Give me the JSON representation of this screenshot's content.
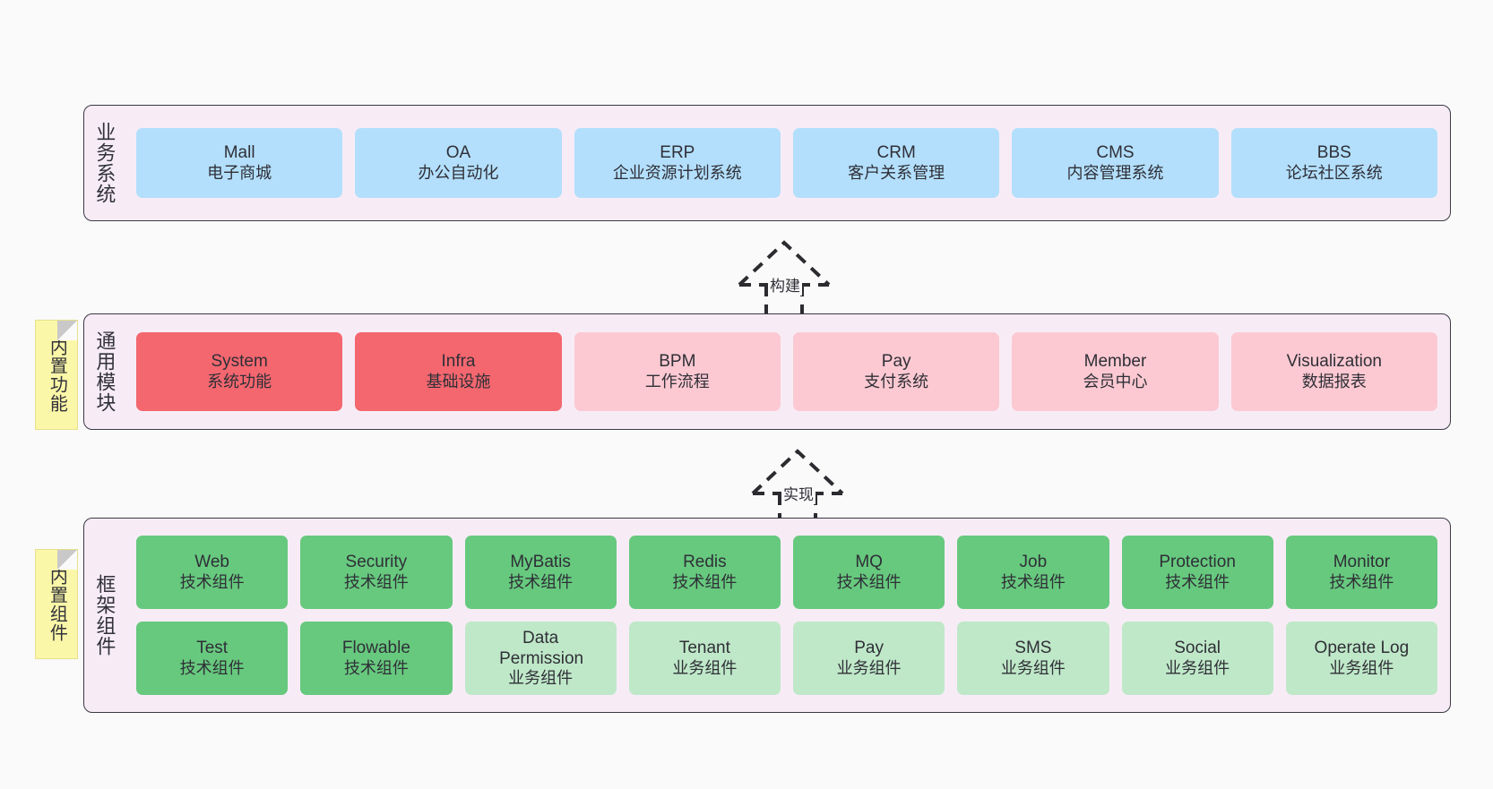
{
  "diagram": {
    "background": "#fafafa",
    "layers": [
      {
        "id": "business",
        "title": "业务系统",
        "sticky": null,
        "rows": [
          {
            "style": "blue",
            "cards": [
              {
                "name": "Mall",
                "desc": "电子商城"
              },
              {
                "name": "OA",
                "desc": "办公自动化"
              },
              {
                "name": "ERP",
                "desc": "企业资源计划系统"
              },
              {
                "name": "CRM",
                "desc": "客户关系管理"
              },
              {
                "name": "CMS",
                "desc": "内容管理系统"
              },
              {
                "name": "BBS",
                "desc": "论坛社区系统"
              }
            ]
          }
        ]
      },
      {
        "id": "common-modules",
        "title": "通用模块",
        "sticky": "内置功能",
        "rows": [
          {
            "style": "mixed",
            "cards": [
              {
                "name": "System",
                "desc": "系统功能",
                "style": "red"
              },
              {
                "name": "Infra",
                "desc": "基础设施",
                "style": "red"
              },
              {
                "name": "BPM",
                "desc": "工作流程",
                "style": "pink"
              },
              {
                "name": "Pay",
                "desc": "支付系统",
                "style": "pink"
              },
              {
                "name": "Member",
                "desc": "会员中心",
                "style": "pink"
              },
              {
                "name": "Visualization",
                "desc": "数据报表",
                "style": "pink"
              }
            ]
          }
        ]
      },
      {
        "id": "framework-components",
        "title": "框架组件",
        "sticky": "内置组件",
        "rows": [
          {
            "style": "green",
            "cards": [
              {
                "name": "Web",
                "desc": "技术组件"
              },
              {
                "name": "Security",
                "desc": "技术组件"
              },
              {
                "name": "MyBatis",
                "desc": "技术组件"
              },
              {
                "name": "Redis",
                "desc": "技术组件"
              },
              {
                "name": "MQ",
                "desc": "技术组件"
              },
              {
                "name": "Job",
                "desc": "技术组件"
              },
              {
                "name": "Protection",
                "desc": "技术组件"
              },
              {
                "name": "Monitor",
                "desc": "技术组件"
              }
            ]
          },
          {
            "style": "mixed2",
            "cards": [
              {
                "name": "Test",
                "desc": "技术组件",
                "style": "green"
              },
              {
                "name": "Flowable",
                "desc": "技术组件",
                "style": "green"
              },
              {
                "name": "Data Permission",
                "desc": "业务组件",
                "style": "lightgreen"
              },
              {
                "name": "Tenant",
                "desc": "业务组件",
                "style": "lightgreen"
              },
              {
                "name": "Pay",
                "desc": "业务组件",
                "style": "lightgreen"
              },
              {
                "name": "SMS",
                "desc": "业务组件",
                "style": "lightgreen"
              },
              {
                "name": "Social",
                "desc": "业务组件",
                "style": "lightgreen"
              },
              {
                "name": "Operate Log",
                "desc": "业务组件",
                "style": "lightgreen"
              }
            ]
          }
        ]
      }
    ],
    "connectors": [
      {
        "id": "build",
        "label": "构建"
      },
      {
        "id": "implement",
        "label": "实现"
      }
    ],
    "colors": {
      "layer_background": "#f7ecf6",
      "layer_border": "#3a3a44",
      "blue": "#b3dffc",
      "red": "#f4676f",
      "pink": "#fcc9d2",
      "green": "#67c97e",
      "lightgreen": "#bfe8c8",
      "sticky": "#fbf7a8",
      "connector": "#2b2b30"
    }
  }
}
